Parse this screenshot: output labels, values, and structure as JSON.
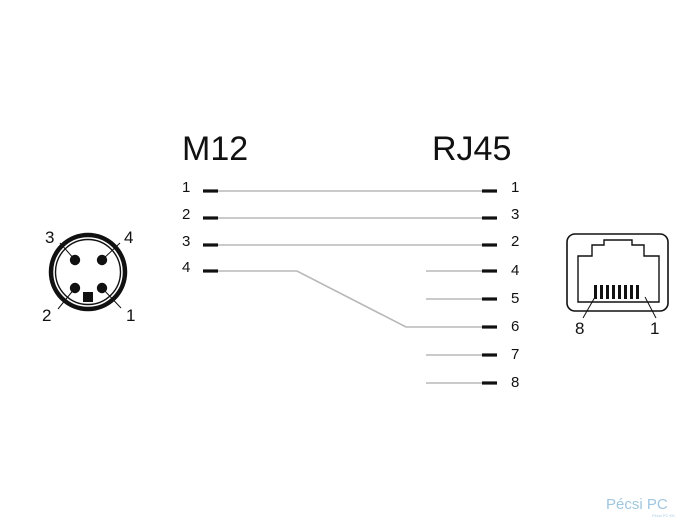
{
  "titles": {
    "left": "M12",
    "right": "RJ45"
  },
  "m12_pins": [
    "1",
    "2",
    "3",
    "4"
  ],
  "rj45_pins": [
    "1",
    "3",
    "2",
    "4",
    "5",
    "6",
    "7",
    "8"
  ],
  "m12_connector_labels": {
    "top_left": "3",
    "top_right": "4",
    "bottom_left": "2",
    "bottom_right": "1"
  },
  "rj45_connector_labels": {
    "left": "8",
    "right": "1"
  },
  "watermark": {
    "brand": "Pécsi PC",
    "tagline": "Pécsi PC Kft."
  },
  "colors": {
    "wire": "#b8b8b8",
    "stub": "#111111",
    "watermark": "#7fb3d6"
  }
}
